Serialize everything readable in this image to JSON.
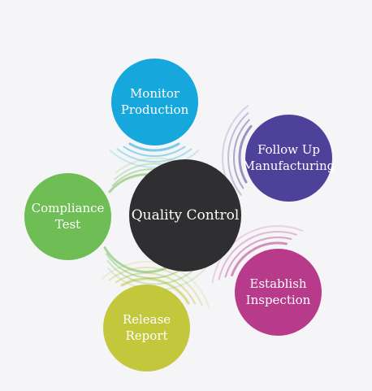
{
  "diagram": {
    "center": {
      "label": "Quality Control",
      "color": "#2f2e30"
    },
    "nodes": [
      {
        "id": "monitor-production",
        "lines": [
          "Monitor",
          "Production"
        ],
        "color": "#16a8dc"
      },
      {
        "id": "follow-up-manufacturing",
        "lines": [
          "Follow Up",
          "Manufacturing"
        ],
        "color": "#4e4199"
      },
      {
        "id": "establish-inspection",
        "lines": [
          "Establish",
          "Inspection"
        ],
        "color": "#b83a8a"
      },
      {
        "id": "release-report",
        "lines": [
          "Release",
          "Report"
        ],
        "color": "#c2c73b"
      },
      {
        "id": "compliance-test",
        "lines": [
          "Compliance",
          "Test"
        ],
        "color": "#6fbd55"
      }
    ]
  }
}
